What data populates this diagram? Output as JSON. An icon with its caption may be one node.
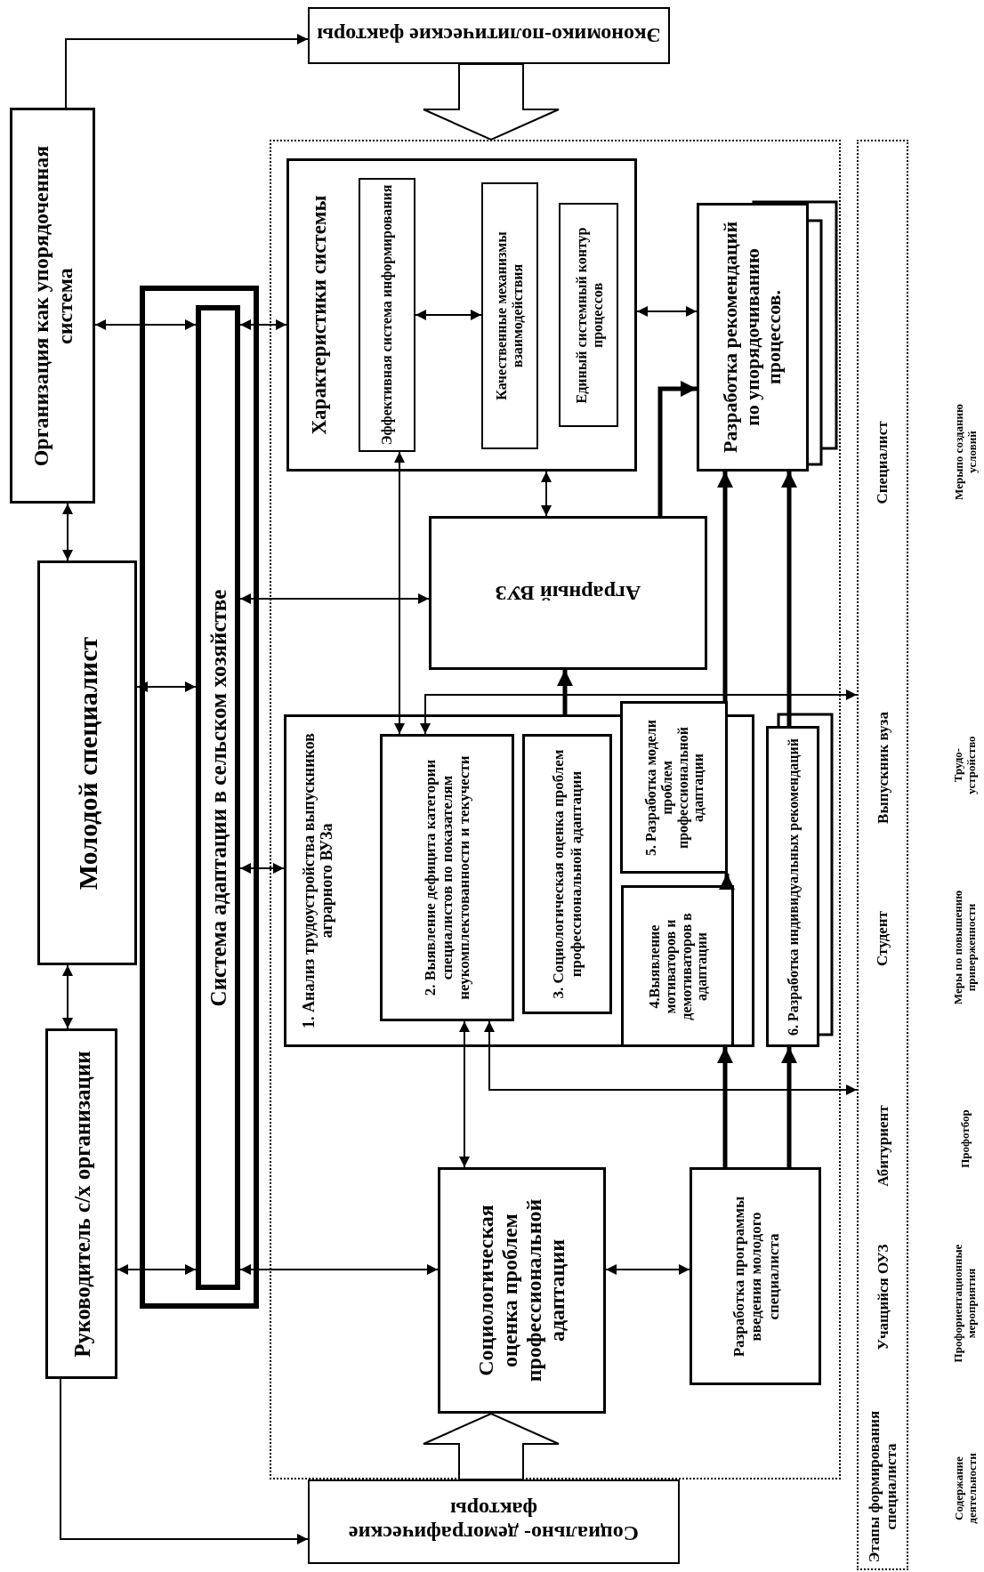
{
  "diagram": {
    "nodes": [
      {
        "text": [
          "Экономико-политические факторы"
        ]
      },
      {
        "text": [
          "Организация как упорядоченная система"
        ]
      },
      {
        "text": [],
        "shape": "box"
      },
      {
        "text": [
          "Система адаптации в сельском хозяйстве"
        ],
        "in": 2
      },
      {
        "text": [],
        "shape": "box"
      },
      {
        "text": [
          "Характеристики системы"
        ],
        "in": 4
      },
      {
        "text": [
          "Эффективная система информирования"
        ],
        "in": 5
      },
      {
        "text": [
          "Качественные механизмы взаимодействия"
        ],
        "in": 5
      },
      {
        "text": [
          "Единый системный контур процессов"
        ],
        "in": 5
      },
      {
        "text": [
          "Разработка рекомендаций по упорядочиванию процессов."
        ],
        "in": 4
      },
      {
        "text": [
          "Специалист",
          "Выпускник вуза",
          "Студент",
          "Абитуриент",
          "Учащийся ОУЗ",
          "Этапы формирования специалиста"
        ]
      },
      {
        "text": [
          "Молодой специалист"
        ]
      },
      {
        "text": [
          "Аграрный ВУЗ"
        ],
        "in": 4
      },
      {
        "text": [
          "1. Анализ трудоустройства выпускников аграрного ВУЗа"
        ],
        "in": 4
      },
      {
        "text": [
          "2. Выявление дефицита категории специалистов по показателям неукомплектованности и текучести"
        ],
        "in": 13
      },
      {
        "text": [
          "3. Социологическая оценка проблем профессиональной адаптации"
        ],
        "in": 13
      },
      {
        "text": [
          "5. Разработка модели проблем профессиональной адаптации"
        ],
        "in": 4
      },
      {
        "text": [
          "4.Выявление мотиваторов и демотиваторов в адаптации"
        ],
        "in": 13
      },
      {
        "text": [
          "6. Разработка индивидуальных рекомендаций"
        ],
        "in": 4
      },
      {
        "text": [
          "Руководитель с/х организации"
        ]
      },
      {
        "text": [
          "Социологическая оценка проблем профессиональной адаптации"
        ],
        "in": 4
      },
      {
        "text": [
          "Разработка программы введения молодого специалиста"
        ],
        "in": 4
      },
      {
        "text": [
          "Социально- демографические факторы"
        ]
      }
    ],
    "edges": [
      {
        "from": 1,
        "to": 0,
        "arrow": "to"
      },
      {
        "from": 0,
        "to": 4,
        "arrow": "to"
      },
      {
        "from": 1,
        "to": 11,
        "arrow": "both"
      },
      {
        "from": 1,
        "to": 3,
        "arrow": "both"
      },
      {
        "from": 3,
        "to": 5,
        "arrow": "both"
      },
      {
        "from": 6,
        "to": 7,
        "arrow": "both"
      },
      {
        "from": 5,
        "to": 9,
        "arrow": "both"
      },
      {
        "from": 11,
        "to": 3,
        "arrow": "both"
      },
      {
        "from": 5,
        "to": 12,
        "arrow": "both"
      },
      {
        "from": 12,
        "to": 9,
        "arrow": "to",
        "style": "thick"
      },
      {
        "from": 3,
        "to": 12,
        "arrow": "both"
      },
      {
        "from": 13,
        "to": 12,
        "arrow": "to",
        "style": "thick"
      },
      {
        "from": 3,
        "to": 13,
        "arrow": "both"
      },
      {
        "from": 6,
        "to": 14,
        "arrow": "both"
      },
      {
        "from": 14,
        "to": 10,
        "arrow": "both"
      },
      {
        "from": 14,
        "to": 10,
        "arrow": "both"
      },
      {
        "from": 14,
        "to": 20,
        "arrow": "both"
      },
      {
        "from": 19,
        "to": 11,
        "arrow": "both"
      },
      {
        "from": 19,
        "to": 3,
        "arrow": "both"
      },
      {
        "from": 3,
        "to": 20,
        "arrow": "both"
      },
      {
        "from": 20,
        "to": 21,
        "arrow": "both"
      },
      {
        "from": 21,
        "to": 17,
        "arrow": "to",
        "style": "thick"
      },
      {
        "from": 17,
        "to": 16,
        "arrow": "to",
        "style": "thick"
      },
      {
        "from": 16,
        "to": 9,
        "arrow": "to",
        "style": "thick"
      },
      {
        "from": 21,
        "to": 18,
        "arrow": "to",
        "style": "thick"
      },
      {
        "from": 18,
        "to": 9,
        "arrow": "to",
        "style": "thick"
      },
      {
        "from": 19,
        "to": 22,
        "arrow": "to"
      },
      {
        "from": 22,
        "to": 20,
        "arrow": "to"
      }
    ],
    "labels": [
      "Мерыпо созданию условий",
      "Трудо- устройство",
      "Меры по повышению приверженности",
      "Профотбор",
      "Профориентационные мероприятия",
      "Содержание деятельности"
    ]
  }
}
